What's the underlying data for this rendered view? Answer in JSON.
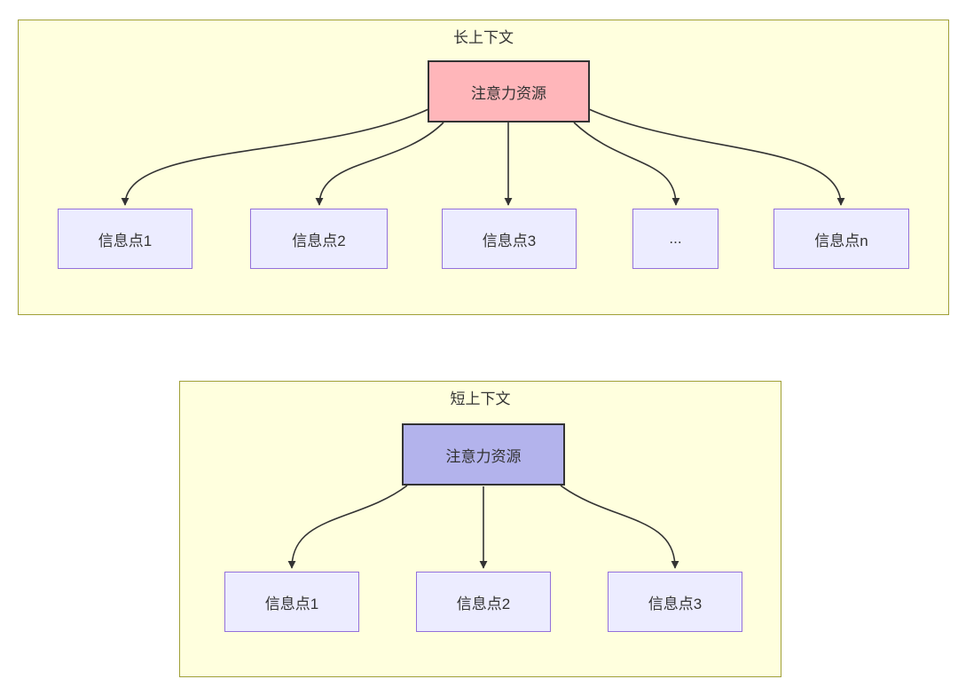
{
  "diagram": {
    "type": "flowchart",
    "long_context": {
      "title": "长上下文",
      "source": {
        "label": "注意力资源",
        "fill": "#ffb6ba"
      },
      "targets": [
        {
          "label": "信息点1"
        },
        {
          "label": "信息点2"
        },
        {
          "label": "信息点3"
        },
        {
          "label": "..."
        },
        {
          "label": "信息点n"
        }
      ],
      "edges": [
        {
          "from": "注意力资源",
          "to": "信息点1"
        },
        {
          "from": "注意力资源",
          "to": "信息点2"
        },
        {
          "from": "注意力资源",
          "to": "信息点3"
        },
        {
          "from": "注意力资源",
          "to": "..."
        },
        {
          "from": "注意力资源",
          "to": "信息点n"
        }
      ]
    },
    "short_context": {
      "title": "短上下文",
      "source": {
        "label": "注意力资源",
        "fill": "#b3b3ec"
      },
      "targets": [
        {
          "label": "信息点1"
        },
        {
          "label": "信息点2"
        },
        {
          "label": "信息点3"
        }
      ],
      "edges": [
        {
          "from": "注意力资源",
          "to": "信息点1"
        },
        {
          "from": "注意力资源",
          "to": "信息点2"
        },
        {
          "from": "注意力资源",
          "to": "信息点3"
        }
      ]
    },
    "colors": {
      "page_bg": "#ffffff",
      "container_fill": "#ffffde",
      "container_border": "#a0a038",
      "node_fill": "#ececff",
      "node_border": "#9370db",
      "long_source_fill": "#ffb6ba",
      "short_source_fill": "#b3b3ec",
      "source_border": "#333333",
      "arrow": "#333333",
      "text": "#333333"
    }
  }
}
